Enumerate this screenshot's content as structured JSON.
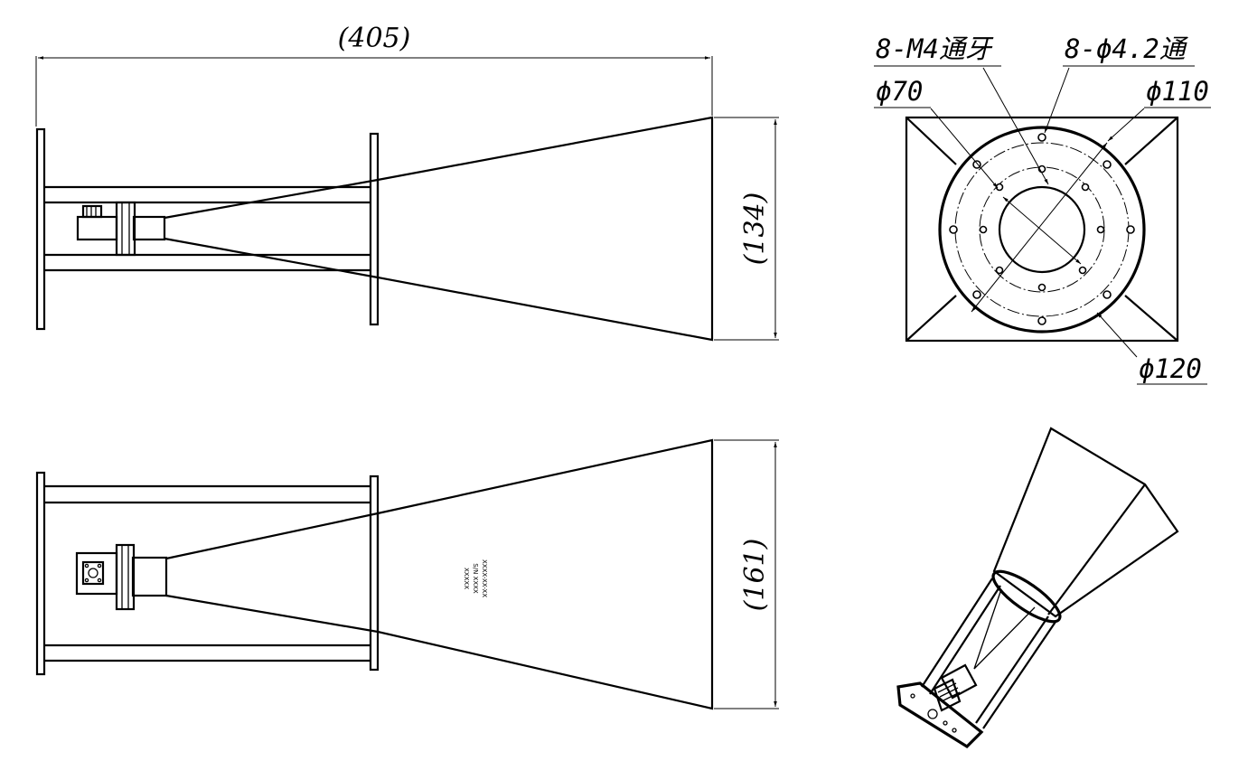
{
  "dimensions": {
    "overall_length": "(405)",
    "aperture_height_side": "(134)",
    "aperture_width_top": "(161)"
  },
  "callouts": {
    "tapped_holes": "8-M4通牙",
    "through_holes": "8-ϕ4.2通",
    "dia_70": "ϕ70",
    "dia_110": "ϕ110",
    "dia_120": "ϕ120"
  },
  "nameplate": [
    "XXXX-XX-XX",
    "S/N XXXX",
    "XXXXX"
  ]
}
